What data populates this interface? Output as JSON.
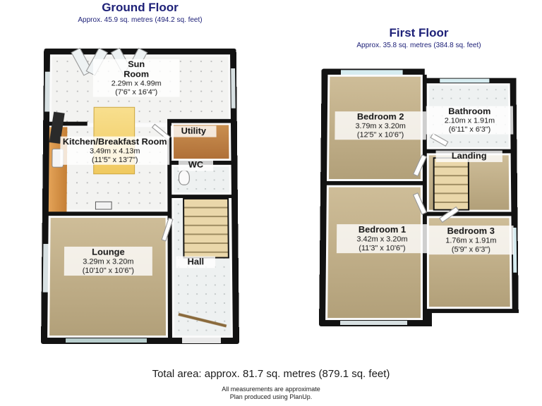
{
  "ground_floor": {
    "title": "Ground Floor",
    "subtitle": "Approx. 45.9 sq. metres (494.2 sq. feet)",
    "rooms": [
      {
        "name": "Sun Room",
        "dims_m": "2.29m x 4.99m",
        "dims_ft": "(7'6\" x 16'4\")"
      },
      {
        "name": "Kitchen/Breakfast Room",
        "dims_m": "3.49m x 4.13m",
        "dims_ft": "(11'5\" x 13'7\")"
      },
      {
        "name": "Utility"
      },
      {
        "name": "WC"
      },
      {
        "name": "Lounge",
        "dims_m": "3.29m x 3.20m",
        "dims_ft": "(10'10\" x 10'6\")"
      },
      {
        "name": "Hall"
      }
    ]
  },
  "first_floor": {
    "title": "First Floor",
    "subtitle": "Approx. 35.8 sq. metres (384.8 sq. feet)",
    "rooms": [
      {
        "name": "Bedroom 2",
        "dims_m": "3.79m x 3.20m",
        "dims_ft": "(12'5\" x 10'6\")"
      },
      {
        "name": "Bathroom",
        "dims_m": "2.10m x 1.91m",
        "dims_ft": "(6'11\" x 6'3\")"
      },
      {
        "name": "Landing"
      },
      {
        "name": "Bedroom 1",
        "dims_m": "3.42m x 3.20m",
        "dims_ft": "(11'3\" x 10'6\")"
      },
      {
        "name": "Bedroom 3",
        "dims_m": "1.76m x 1.91m",
        "dims_ft": "(5'9\" x 6'3\")"
      }
    ]
  },
  "footer": {
    "total_area": "Total area: approx. 81.7 sq. metres (879.1 sq. feet)",
    "disclaimer": "All measurements are approximate",
    "credit": "Plan produced using PlanUp."
  },
  "colors": {
    "title_navy": "#1e2178",
    "wall_black": "#121212",
    "carpet_tan": "#c6b287",
    "tile_white": "#f3f3f1",
    "stairs_beige": "#ead7aa",
    "counter_orange": "#dd9a4e",
    "island_yellow": "#f4cf6e",
    "utility_floor": "#bd8245",
    "window_glass": "#d7e0e2",
    "window_cyan": "#d6ecf0"
  }
}
